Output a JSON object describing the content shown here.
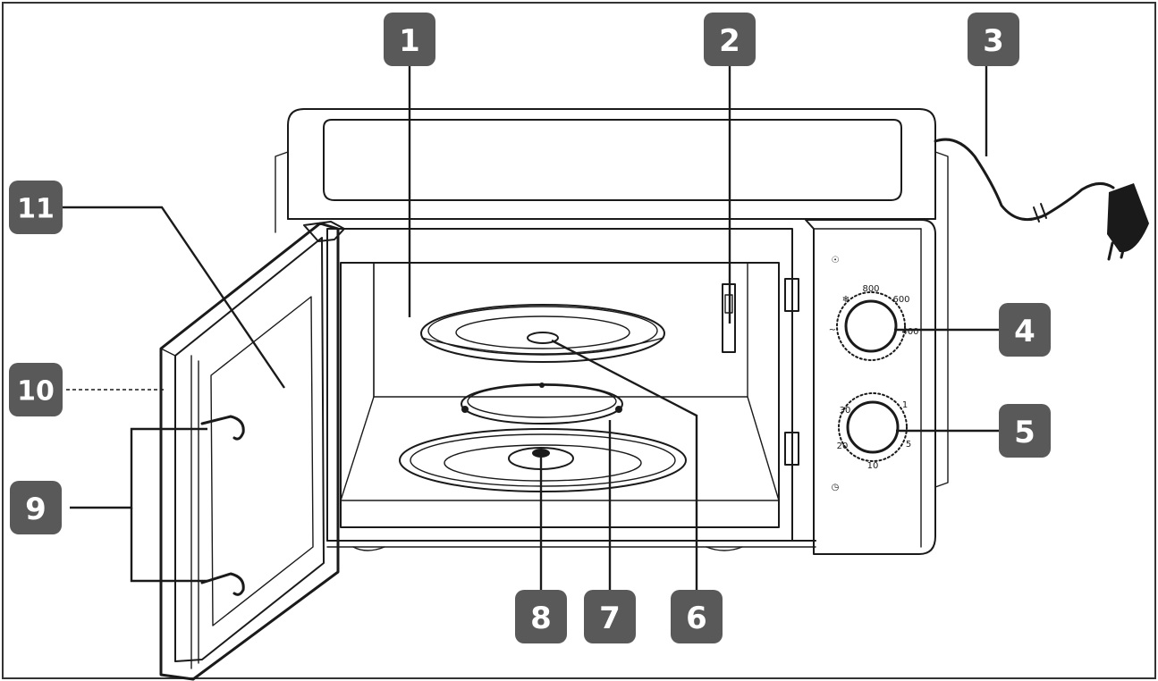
{
  "diagram": {
    "callouts": [
      {
        "id": "c1",
        "label": "1"
      },
      {
        "id": "c2",
        "label": "2"
      },
      {
        "id": "c3",
        "label": "3"
      },
      {
        "id": "c4",
        "label": "4"
      },
      {
        "id": "c5",
        "label": "5"
      },
      {
        "id": "c6",
        "label": "6"
      },
      {
        "id": "c7",
        "label": "7"
      },
      {
        "id": "c8",
        "label": "8"
      },
      {
        "id": "c9",
        "label": "9"
      },
      {
        "id": "c10",
        "label": "10"
      },
      {
        "id": "c11",
        "label": "11"
      }
    ]
  },
  "colors": {
    "badge": "#595959",
    "badge_text": "#ffffff",
    "line": "#1a1a1a",
    "frame": "#333333"
  }
}
